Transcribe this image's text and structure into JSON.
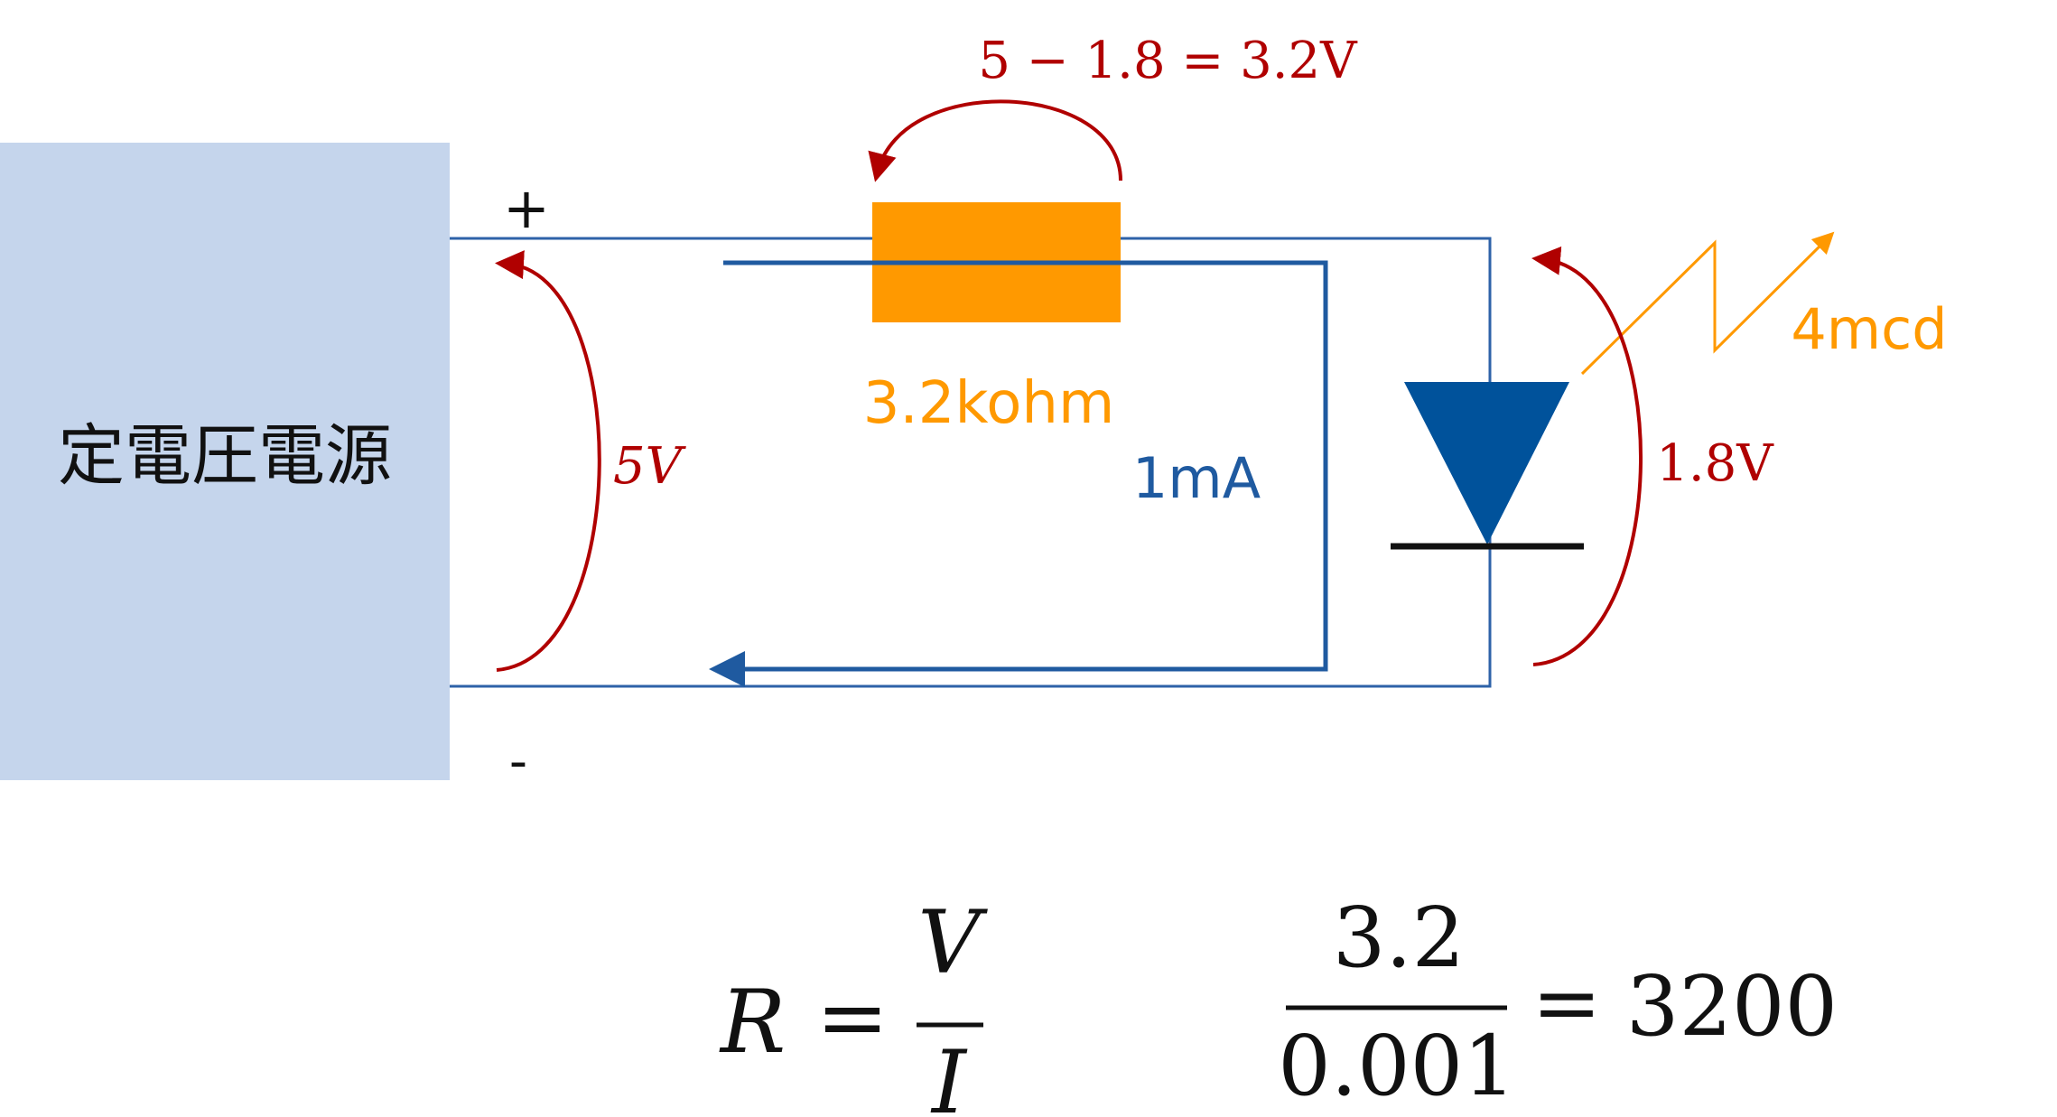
{
  "power_supply": {
    "label": "定電圧電源"
  },
  "terminals": {
    "plus": "+",
    "minus": "-"
  },
  "resistor": {
    "label": "3.2kohm"
  },
  "current": {
    "label": "1mA"
  },
  "voltages": {
    "supply": "5V",
    "led": "1.8V",
    "resistor_drop": "5 − 1.8 = 3.2V"
  },
  "led": {
    "luminous_intensity": "4mcd"
  },
  "formula": {
    "lhs": "R",
    "eq": "=",
    "numerator": "V",
    "denominator": "I"
  },
  "calculation": {
    "numerator": "3.2",
    "denominator": "0.001",
    "eq": "=",
    "result": "3200"
  },
  "colors": {
    "supply_box": "#c5d5ec",
    "wire": "#2e62a8",
    "current_arrow": "#1f5aa0",
    "resistor": "#ff9900",
    "diode": "#00529b",
    "voltage_arrow": "#b00000",
    "light": "#ff9900"
  }
}
